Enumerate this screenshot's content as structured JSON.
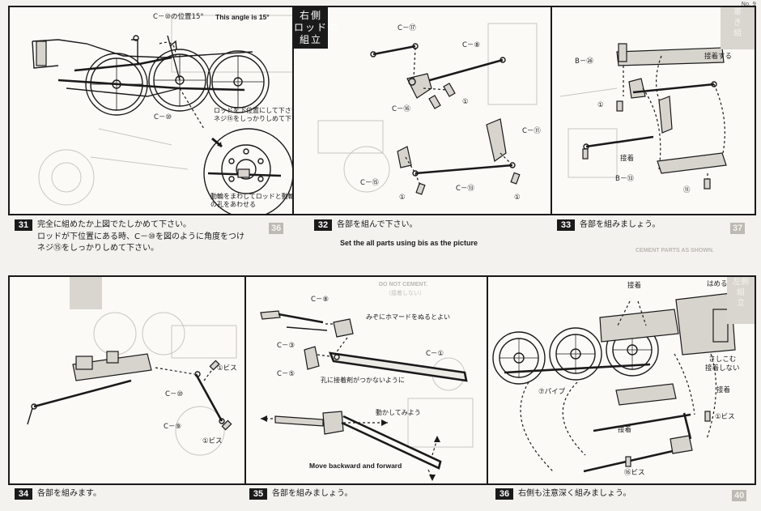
{
  "page_number": "No. 9",
  "panel31": {
    "label_c10_angle": "C－⑩の位置15°",
    "label_angle_en": "This angle is 15°",
    "label_c10": "C－⑩",
    "note_rod_lower": "ロッドを下位置にして下さい\nネジ⑮をしっかりしめて下さい",
    "note_wheel_hole": "動輪をまわしてロッドと動輪\nの孔をあわせる"
  },
  "side_title": "右側\nロッドの\n組立",
  "panel32": {
    "parts": [
      "C－⑰",
      "C－⑧",
      "①",
      "C－⑯",
      "C－⑪",
      "C－⑮",
      "①",
      "C－⑬",
      "①"
    ]
  },
  "panel33": {
    "parts": [
      "B－㉖",
      "接着する",
      "①",
      "接着",
      "B－⑬",
      "⑪"
    ],
    "ghost_block": "軍\nき\n組"
  },
  "steps_top": {
    "s31": {
      "num": "31",
      "text": "完全に組めたか上図でたしかめて下さい。\nロッドが下位置にある時、C－⑩を図のように角度をつけ\nネジ⑮をしっかりしめて下さい。"
    },
    "s32": {
      "num": "32",
      "text": "各部を組んで下さい。",
      "english": "Set the all parts using bis as the picture"
    },
    "s33": {
      "num": "33",
      "text": "各部を組みましょう。"
    },
    "ghost_nums": [
      "36",
      "37"
    ],
    "ghost_caption": "CEMENT PARTS AS SHOWN."
  },
  "panel34": {
    "parts": [
      "①ビス",
      "C－⑩",
      "C－⑨",
      "①ビス"
    ]
  },
  "panel35": {
    "parts": [
      "C－⑧",
      "みぞにホマードをぬるとよい",
      "C－③",
      "C－①",
      "C－⑤",
      "孔に接着剤がつかないように",
      "動かしてみよう"
    ],
    "ghost_header": "DO NOT CEMENT.",
    "ghost_sub": "（接着しない）",
    "english": "Move backward and forward"
  },
  "panel36": {
    "parts": [
      "接着",
      "はめる",
      "さしこむ\n接着しない",
      "接着",
      "①ビス",
      "接着",
      "⑦パイプ",
      "⑯ビス"
    ],
    "ghost_block": "左側\n組\n立"
  },
  "steps_bottom": {
    "s34": {
      "num": "34",
      "text": "各部を組みます。"
    },
    "s35": {
      "num": "35",
      "text": "各部を組みましょう。"
    },
    "s36": {
      "num": "36",
      "text": "右側も注意深く組みましょう。"
    },
    "ghost_num": "40"
  }
}
